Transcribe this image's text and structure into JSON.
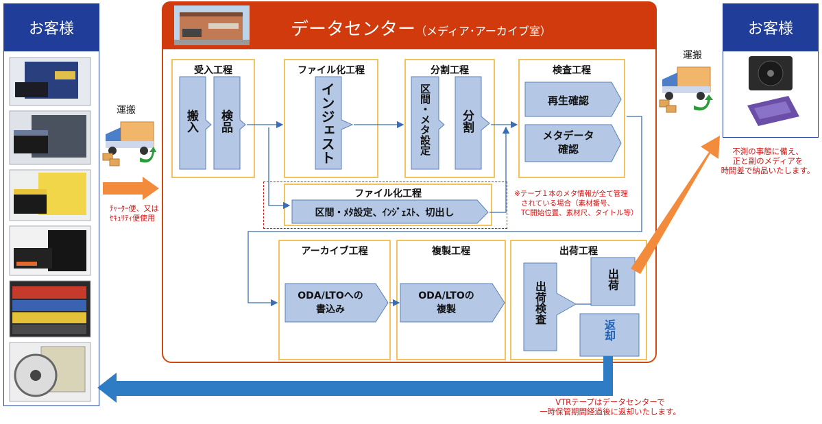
{
  "left_customer": {
    "title": "お客様"
  },
  "right_customer": {
    "title": "お客様"
  },
  "datacenter": {
    "title": "データセンター",
    "subtitle": "（メディア･アーカイブ室）"
  },
  "transport": {
    "left_label": "運搬",
    "right_label": "運搬",
    "left_note_line1": "ﾁｬｰﾀｰ便、又は",
    "left_note_line2": "ｾｷｭﾘﾃｨ便使用"
  },
  "stages": {
    "receive": {
      "title": "受入工程",
      "step1": "搬入",
      "step2": "検品"
    },
    "file": {
      "title": "ファイル化工程",
      "step1": "インジェスト"
    },
    "split": {
      "title": "分割工程",
      "step1": "区間・メタ設定",
      "step2": "分割"
    },
    "inspect": {
      "title": "検査工程",
      "step1": "再生確認",
      "step2_line1": "メタデータ",
      "step2_line2": "確認"
    },
    "file2": {
      "title": "ファイル化工程",
      "step1": "区間・ﾒﾀ設定、ｲﾝｼﾞｪｽﾄ、切出し"
    },
    "archive": {
      "title": "アーカイブ工程",
      "step1_line1": "ODA/LTOへの",
      "step1_line2": "書込み"
    },
    "copy": {
      "title": "複製工程",
      "step1_line1": "ODA/LTOの",
      "step1_line2": "複製"
    },
    "ship": {
      "title": "出荷工程",
      "step1": "出荷検査",
      "step2": "出荷",
      "step3": "返却"
    }
  },
  "notes": {
    "meta_line1": "※テープ１本のメタ情報が全て管理",
    "meta_line2": "されている場合（素材番号、",
    "meta_line3": "TC開始位置、素材尺、タイトル等）",
    "right_line1": "不測の事態に備え、",
    "right_line2": "正と副のメディアを",
    "right_line3": "時間差で納品いたします。",
    "bottom_line1": "VTRテープはデータセンターで",
    "bottom_line2": "一時保管期間経過後に返却いたします。"
  },
  "colors": {
    "brand_blue": "#1f3d99",
    "dc_red": "#d03a0c",
    "stage_border": "#f4c25a",
    "arrow_orange": "#f28c3c",
    "return_blue": "#2e7cc4",
    "note_red": "#d01414",
    "chevron_fill": "#b4c8e6"
  },
  "icons": [
    "truck-icon",
    "boxes-icon",
    "return-arrow-icon",
    "building-photo",
    "tape-photo",
    "optical-disc-photo"
  ]
}
